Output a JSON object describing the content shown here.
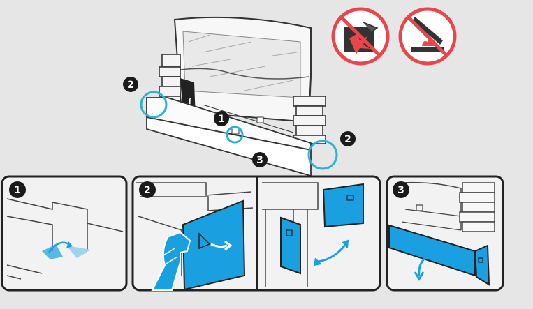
{
  "markers": {
    "step1": "1",
    "step2": "2",
    "step3": "3"
  },
  "warning_icons": [
    {
      "name": "no-cutting-icon"
    },
    {
      "name": "no-heat-icon"
    }
  ],
  "colors": {
    "background": "#e6e6e6",
    "accent": "#2bb3d3",
    "panel_blue": "#1aa0e0",
    "prohibit_red": "#e8464b",
    "outline": "#222222",
    "marker_fill": "#1a1a1a",
    "panel_bg": "#f2f2f2"
  }
}
